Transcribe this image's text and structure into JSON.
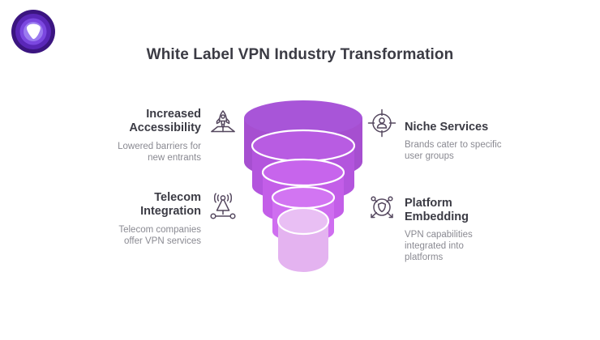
{
  "brand": {
    "logo_icon": "vpn-shield-logo-icon",
    "colors": {
      "ring_outer": "#3b1580",
      "ring_mid": "#5a27b8",
      "ring_inner": "#7b47e0",
      "ring_core": "#9b7bf0",
      "mark": "#ffffff"
    }
  },
  "header": {
    "title": "White Label VPN Industry Transformation",
    "title_color": "#3b3b44"
  },
  "funnel": {
    "name": "industry-transformation-funnel",
    "layers": [
      {
        "label": "layer-1",
        "color": "#a64fd0"
      },
      {
        "label": "layer-2",
        "color": "#b355dd"
      },
      {
        "label": "layer-3",
        "color": "#c35ee8"
      },
      {
        "label": "layer-4",
        "color": "#cf6ef0"
      },
      {
        "label": "layer-5",
        "color": "#e4b3f0"
      }
    ]
  },
  "items": [
    {
      "id": "increased-accessibility",
      "heading": "Increased\nAccessibility",
      "description": "Lowered barriers for\nnew entrants",
      "icon": "rocket-launch-icon",
      "side": "left"
    },
    {
      "id": "telecom-integration",
      "heading": "Telecom\nIntegration",
      "description": "Telecom companies\noffer VPN services",
      "icon": "broadcast-tower-icon",
      "side": "left"
    },
    {
      "id": "niche-services",
      "heading": "Niche Services",
      "description": "Brands cater to specific\nuser groups",
      "icon": "target-user-icon",
      "side": "right"
    },
    {
      "id": "platform-embedding",
      "heading": "Platform\nEmbedding",
      "description": "VPN capabilities\nintegrated into\nplatforms",
      "icon": "shield-network-icon",
      "side": "right"
    }
  ],
  "theme": {
    "background": "#ffffff",
    "icon_stroke": "#55485f",
    "text_muted": "#8a8a92"
  }
}
